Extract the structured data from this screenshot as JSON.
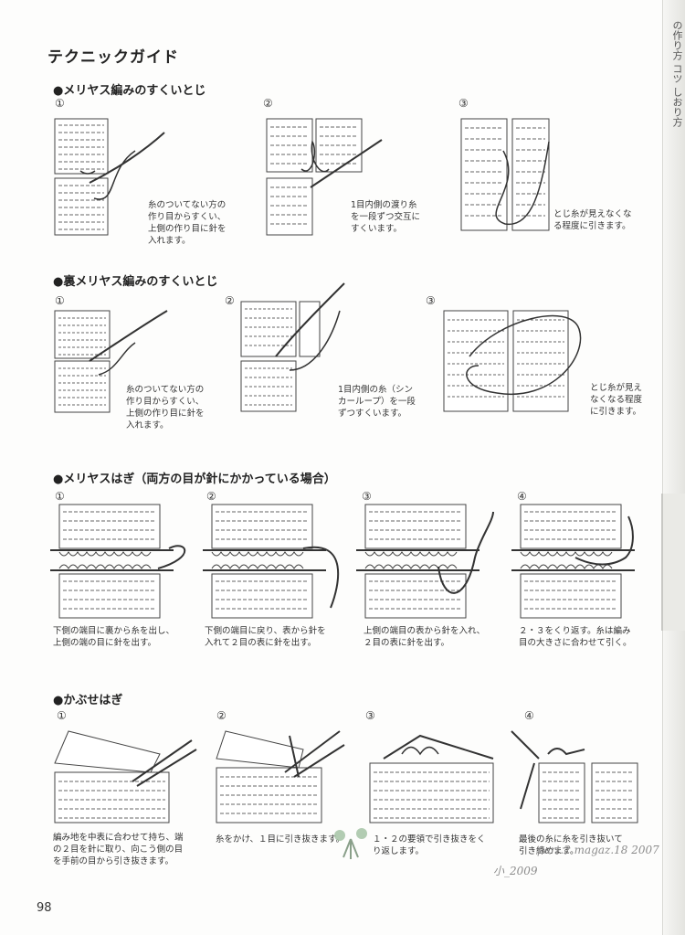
{
  "page": {
    "title": "テクニックガイド",
    "page_number": "98",
    "edge_text": "の作り方 コツ しおり方",
    "watermark_line1": "part.2 magaz.18 2007",
    "watermark_line2": "小_2009"
  },
  "sections": [
    {
      "heading": "●メリヤス編みのすくいとじ",
      "steps": [
        {
          "num": "①",
          "caption": "糸のついてない方の\n作り目からすくい、\n上側の作り目に針を\n入れます。"
        },
        {
          "num": "②",
          "caption": "1目内側の渡り糸\nを一段ずつ交互に\nすくいます。"
        },
        {
          "num": "③",
          "caption": "とじ糸が見えなくな\nる程度に引きます。"
        }
      ]
    },
    {
      "heading": "●裏メリヤス編みのすくいとじ",
      "steps": [
        {
          "num": "①",
          "caption": "糸のついてない方の\n作り目からすくい、\n上側の作り目に針を\n入れます。"
        },
        {
          "num": "②",
          "caption": "1目内側の糸（シン\nカーループ）を一段\nずつすくいます。"
        },
        {
          "num": "③",
          "caption": "とじ糸が見え\nなくなる程度\nに引きます。"
        }
      ]
    },
    {
      "heading": "●メリヤスはぎ（両方の目が針にかかっている場合）",
      "steps": [
        {
          "num": "①",
          "caption": "下側の端目に裏から糸を出し、\n上側の端の目に針を出す。"
        },
        {
          "num": "②",
          "caption": "下側の端目に戻り、表から針を\n入れて２目の表に針を出す。"
        },
        {
          "num": "③",
          "caption": "上側の端目の表から針を入れ、\n２目の表に針を出す。"
        },
        {
          "num": "④",
          "caption": "２・３をくり返す。糸は編み\n目の大きさに合わせて引く。"
        }
      ]
    },
    {
      "heading": "●かぶせはぎ",
      "steps": [
        {
          "num": "①",
          "caption": "編み地を中表に合わせて持ち、端\nの２目を針に取り、向こう側の目\nを手前の目から引き抜きます。"
        },
        {
          "num": "②",
          "caption": "糸をかけ、１目に引き抜きます。"
        },
        {
          "num": "③",
          "caption": "１・２の要領で引き抜きをく\nり返します。"
        },
        {
          "num": "④",
          "caption": "最後の糸に糸を引き抜いて\n引き締めます。"
        }
      ]
    }
  ]
}
